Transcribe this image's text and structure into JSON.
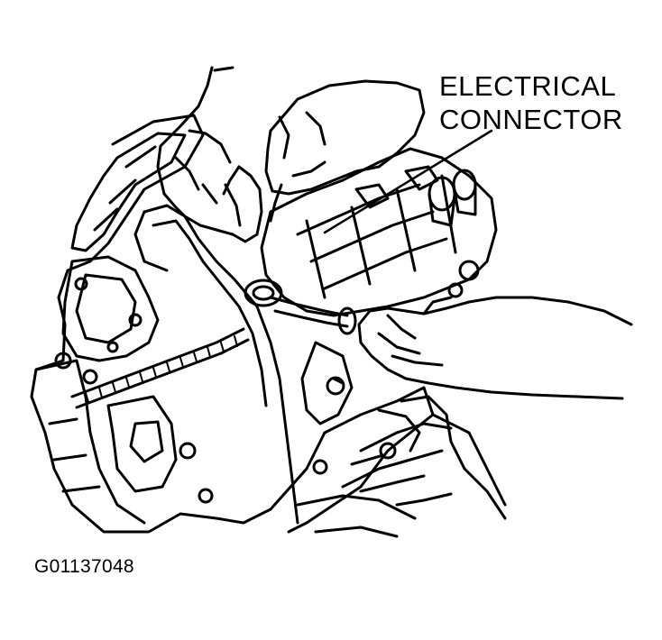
{
  "diagram": {
    "callout": {
      "line1": "ELECTRICAL",
      "line2": "CONNECTOR"
    },
    "figure_id": "G01137048",
    "colors": {
      "ink": "#000000",
      "paper": "#ffffff"
    }
  }
}
